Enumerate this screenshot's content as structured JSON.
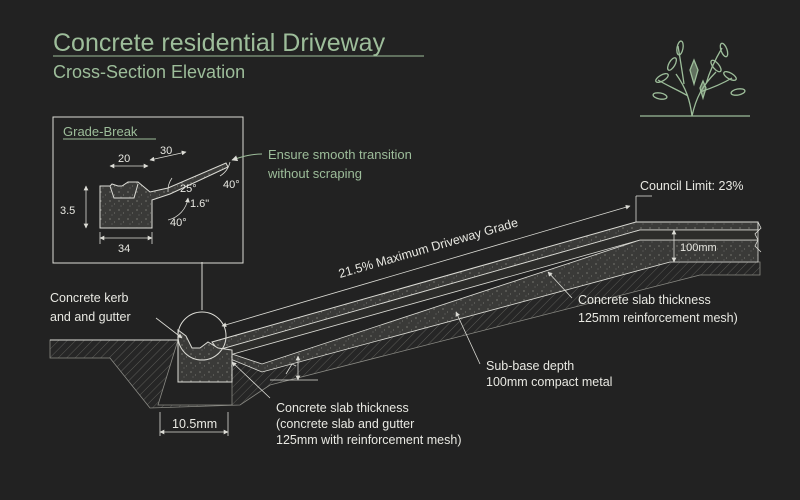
{
  "header": {
    "title": "Concrete residential Driveway",
    "subtitle": "Cross-Section Elevation"
  },
  "detail": {
    "title": "Grade-Break",
    "dims": {
      "top_left": "20",
      "top_right": "30",
      "left": "3.5",
      "bottom": "34",
      "angle_a": "25°",
      "angle_b": "40°",
      "angle_c": "40°",
      "small": "1.6\""
    },
    "note_line1": "Ensure smooth transition",
    "note_line2": "without scraping"
  },
  "labels": {
    "kerb_line1": "Concrete kerb",
    "kerb_line2": "and and gutter",
    "grade": "21.5% Maximum Driveway Grade",
    "council": "Council Limit: 23%",
    "depth_right": "100mm",
    "slab_right_line1": "Concrete slab thickness",
    "slab_right_line2": "125mm reinforcement mesh)",
    "subbase_line1": "Sub-base depth",
    "subbase_line2": "100mm compact metal",
    "gutter_width": "10.5mm",
    "slab_bottom_line1": "Concrete slab thickness",
    "slab_bottom_line2": "(concrete slab and gutter",
    "slab_bottom_line3": "125mm with reinforcement mesh)"
  },
  "colors": {
    "background": "#222222",
    "accent": "#9dbd9a",
    "line": "#dcdcd6",
    "concrete": "#3a3a38"
  },
  "icons": {
    "logo": "tree-icon"
  }
}
